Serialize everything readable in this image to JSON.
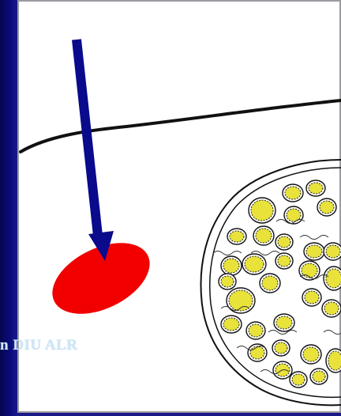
{
  "caption": "n DIU ALR",
  "colors": {
    "background": "#0a0a6e",
    "panel": "#ffffff",
    "arrow": "#0a0a8c",
    "target": "#f20000",
    "fascicle_fill": "#e8e23a",
    "ink": "#111111"
  },
  "icons": {
    "arrow": "pointing-arrow-icon",
    "target": "red-ellipse-target",
    "nerve": "nerve-cross-section"
  }
}
